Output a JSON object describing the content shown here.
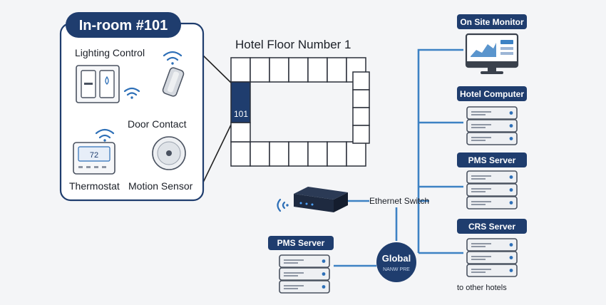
{
  "room": {
    "title": "In-room #101",
    "labels": {
      "lighting": "Lighting Control",
      "door": "Door Contact",
      "thermostat": "Thermostat",
      "motion": "Motion Sensor"
    },
    "thermostat_display": "72"
  },
  "floor": {
    "title": "Hotel Floor Number 1",
    "room_number": "101"
  },
  "network": {
    "switch_label": "Ethernet Switch",
    "global_line1": "Global",
    "global_line2": "NANW PRE",
    "left_server_label": "PMS Server"
  },
  "right_column": {
    "items": [
      {
        "label": "On Site Monitor"
      },
      {
        "label": "Hotel Computer"
      },
      {
        "label": "PMS Server"
      },
      {
        "label": "CRS Server"
      }
    ],
    "footer": "to other hotels"
  },
  "colors": {
    "navy": "#1f3d6e",
    "line": "#3d82c4",
    "device_gray": "#e2e5ea",
    "accent_blue": "#2d6fb7"
  }
}
